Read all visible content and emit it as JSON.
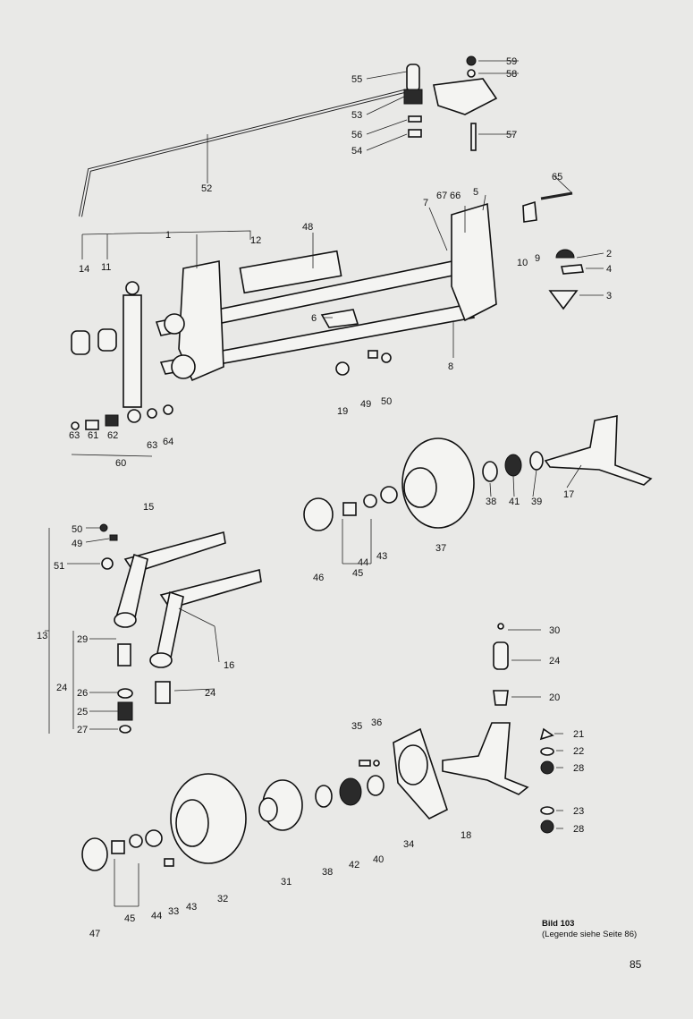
{
  "figure": {
    "title": "Bild 103",
    "legend_note": "(Legende siehe Seite 86)"
  },
  "page_number": "85",
  "callouts": [
    "59",
    "58",
    "55",
    "53",
    "56",
    "57",
    "54",
    "52",
    "65",
    "67",
    "66",
    "5",
    "7",
    "1",
    "12",
    "48",
    "14",
    "11",
    "2",
    "9",
    "10",
    "4",
    "3",
    "6",
    "8",
    "19",
    "49",
    "50",
    "63",
    "61",
    "62",
    "63",
    "64",
    "60",
    "17",
    "39",
    "41",
    "38",
    "37",
    "43",
    "44",
    "46",
    "45",
    "15",
    "50",
    "49",
    "51",
    "13",
    "29",
    "16",
    "24",
    "26",
    "25",
    "27",
    "24",
    "30",
    "24",
    "20",
    "35",
    "36",
    "21",
    "22",
    "28",
    "18",
    "23",
    "28",
    "34",
    "38",
    "42",
    "40",
    "31",
    "32",
    "33",
    "43",
    "44",
    "45",
    "47"
  ]
}
